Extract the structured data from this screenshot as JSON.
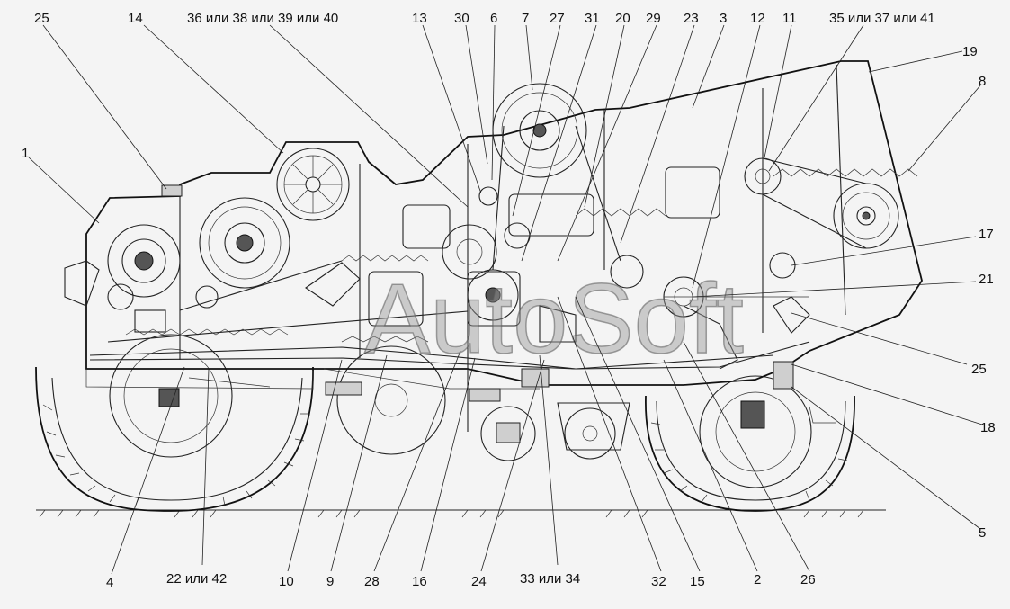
{
  "watermark": "AutoSoft",
  "callouts": {
    "top": [
      "25",
      "14",
      "36 или 38 или 39 или 40",
      "13",
      "30",
      "6",
      "7",
      "27",
      "31",
      "20",
      "29",
      "23",
      "3",
      "12",
      "11",
      "35 или 37 или 41",
      "19",
      "8"
    ],
    "left": [
      "1"
    ],
    "right": [
      "17",
      "21",
      "25",
      "18",
      "5"
    ],
    "bottom": [
      "4",
      "22 или 42",
      "10",
      "9",
      "28",
      "16",
      "24",
      "33 или 34",
      "32",
      "15",
      "2",
      "26"
    ]
  },
  "colors": {
    "line": "#222222",
    "background": "#f4f4f4",
    "watermark": "#969696"
  }
}
